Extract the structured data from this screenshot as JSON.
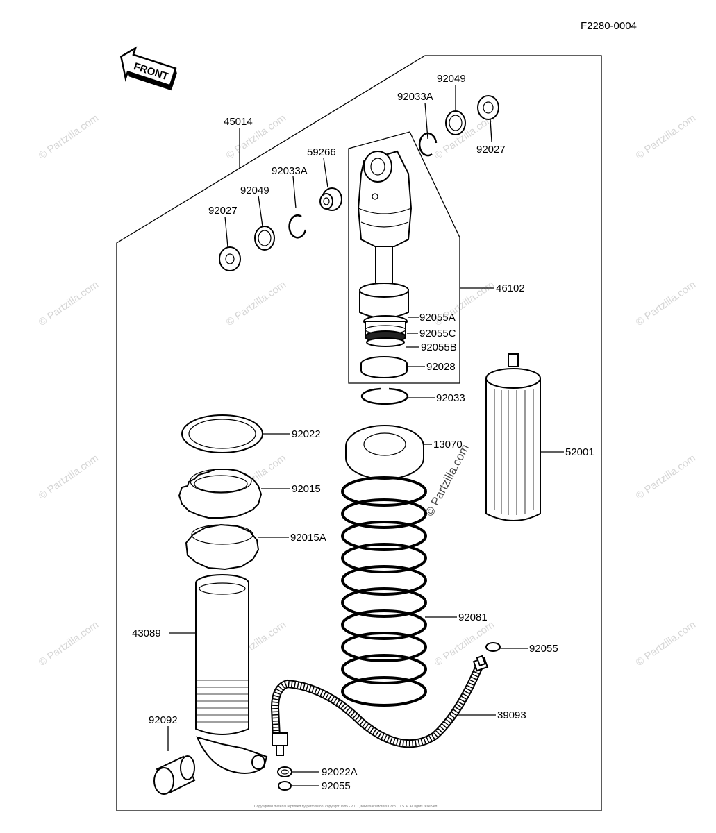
{
  "diagram_code": "F2280-0004",
  "front_label": "FRONT",
  "copyright": "Copyrighted material reprinted by permission, copyright 1985 - 2017, Kawasaki Motors Corp., U.S.A. All rights reserved.",
  "watermark": "© Partzilla.com",
  "parts": [
    {
      "id": "45014"
    },
    {
      "id": "92049"
    },
    {
      "id": "92033A"
    },
    {
      "id": "92027"
    },
    {
      "id": "59266"
    },
    {
      "id": "92033A"
    },
    {
      "id": "92049"
    },
    {
      "id": "92027"
    },
    {
      "id": "46102"
    },
    {
      "id": "92055A"
    },
    {
      "id": "92055C"
    },
    {
      "id": "92055B"
    },
    {
      "id": "92028"
    },
    {
      "id": "92033"
    },
    {
      "id": "92022"
    },
    {
      "id": "13070"
    },
    {
      "id": "52001"
    },
    {
      "id": "92015"
    },
    {
      "id": "92015A"
    },
    {
      "id": "92081"
    },
    {
      "id": "43089"
    },
    {
      "id": "92055"
    },
    {
      "id": "39093"
    },
    {
      "id": "92092"
    },
    {
      "id": "92022A"
    },
    {
      "id": "92055"
    }
  ]
}
